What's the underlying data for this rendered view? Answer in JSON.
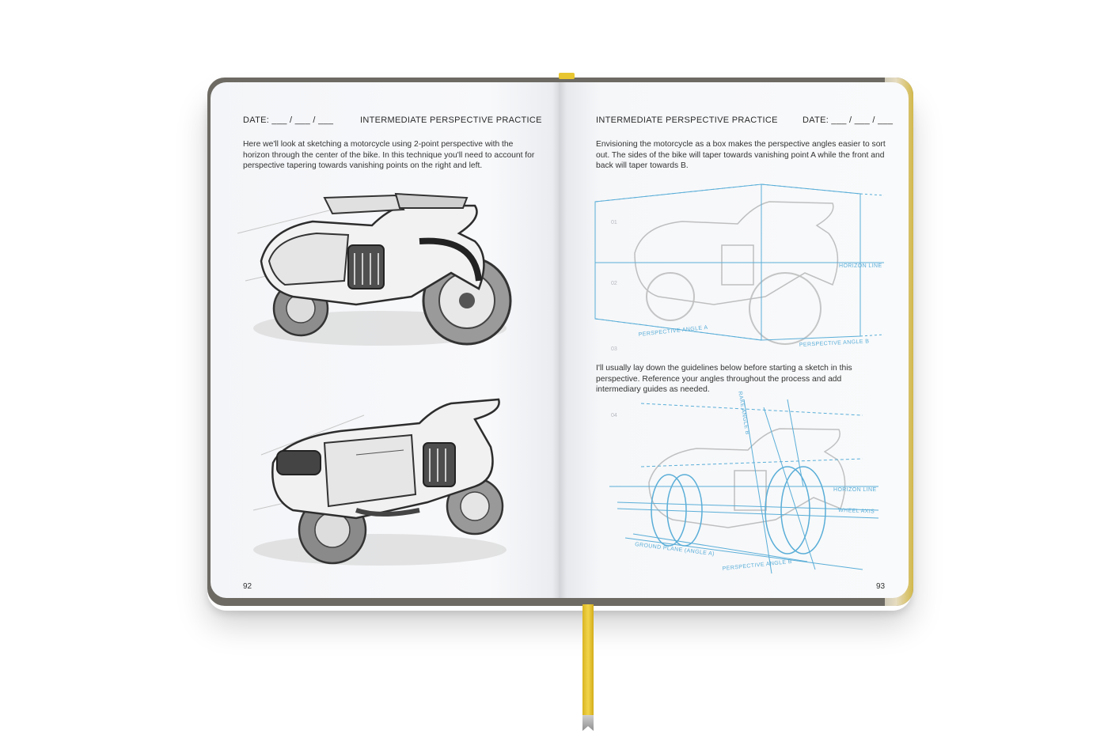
{
  "left_page": {
    "date_label": "DATE:  ___ / ___ / ___",
    "title": "INTERMEDIATE PERSPECTIVE PRACTICE",
    "paragraph": "Here we'll look at sketching a motorcycle using 2-point perspective with the horizon through the center of the bike. In this technique you'll need to account for perspective tapering towards vanishing points on the right and left.",
    "page_number": "92"
  },
  "right_page": {
    "title": "INTERMEDIATE PERSPECTIVE PRACTICE",
    "date_label": "DATE:  ___ / ___ / ___",
    "paragraph_1": "Envisioning the motorcycle as a box makes the perspective angles easier to sort out. The sides of the bike will taper towards vanishing point A while the front and back will taper towards B.",
    "paragraph_2": "I'll usually lay down the guidelines below before starting a sketch in this perspective. Reference your angles throughout the process and add intermediary guides as needed.",
    "page_number": "93",
    "diagram1": {
      "horizon_line": "HORIZON LINE",
      "perspective_angle_a": "PERSPECTIVE ANGLE A",
      "perspective_angle_b": "PERSPECTIVE ANGLE B",
      "markers": [
        "01",
        "02",
        "03"
      ]
    },
    "diagram2": {
      "rake_label": "RAKE ANGLE B",
      "horizon_line": "HORIZON LINE",
      "wheel_axis": "WHEEL AXIS",
      "ground_plane": "GROUND PLANE (ANGLE A)",
      "perspective_angle_b": "PERSPECTIVE ANGLE B",
      "marker": "04"
    }
  },
  "colors": {
    "guide_blue": "#5aaed8",
    "ribbon_yellow": "#e8c631",
    "cover": "#6d6a63"
  }
}
